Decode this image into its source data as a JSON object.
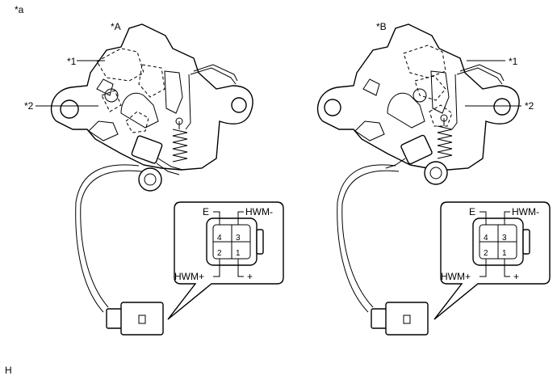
{
  "figure_label": "*a",
  "footer_code": "H",
  "views": [
    {
      "id": "A",
      "label": "*A",
      "callouts": [
        "*1",
        "*2"
      ],
      "connector": {
        "top_left": "E",
        "top_right": "HWM-",
        "bottom_left": "HWM+",
        "bottom_right": "+",
        "pins": [
          "4",
          "3",
          "2",
          "1"
        ]
      }
    },
    {
      "id": "B",
      "label": "*B",
      "callouts": [
        "*1",
        "*2"
      ],
      "connector": {
        "top_left": "E",
        "top_right": "HWM-",
        "bottom_left": "HWM+",
        "bottom_right": "+",
        "pins": [
          "4",
          "3",
          "2",
          "1"
        ]
      }
    }
  ]
}
